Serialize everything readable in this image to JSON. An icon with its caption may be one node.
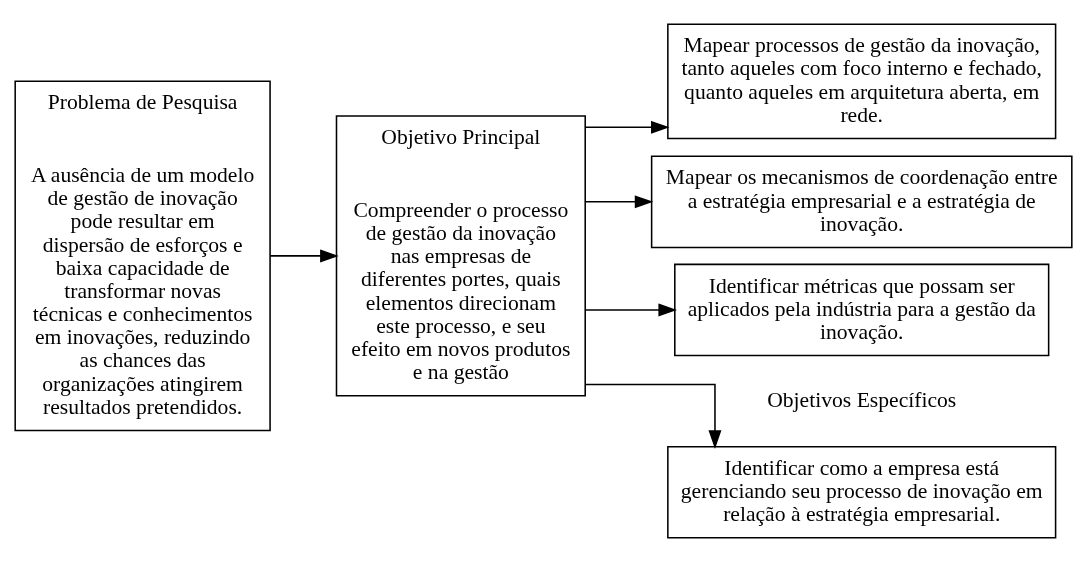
{
  "diagram": {
    "nodes": [
      {
        "text": [
          "Problema de Pesquisa",
          "A ausência de um modelo de gestão de inovação pode resultar em dispersão de esforços e baixa capacidade de transformar novas técnicas e conhecimentos em inovações, reduzindo as chances das organizações atingirem resultados pretendidos."
        ]
      },
      {
        "text": [
          "Objetivo Principal",
          "Compreender o processo de gestão da inovação nas empresas de diferentes portes, quais elementos direcionam este processo, e seu efeito em novos produtos e na gestão"
        ]
      },
      {
        "text": [
          "Identificar como a empresa está gerenciando seu processo de inovação em relação à estratégia empresarial."
        ]
      },
      {
        "text": [
          "Mapear processos de gestão da inovação, tanto aqueles com foco interno e fechado, quanto aqueles em arquitetura aberta, em rede."
        ]
      },
      {
        "text": [
          "Mapear os mecanismos de coordenação entre a estratégia empresarial e a estratégia de inovação."
        ]
      },
      {
        "text": [
          "Identificar métricas que possam ser aplicados pela indústria para a gestão da inovação."
        ]
      }
    ],
    "edges": [
      {
        "from": 0,
        "to": 1,
        "arrow": "to"
      },
      {
        "from": 1,
        "to": 2,
        "arrow": "to"
      },
      {
        "from": 1,
        "to": 3,
        "arrow": "to"
      },
      {
        "from": 1,
        "to": 4,
        "arrow": "to"
      },
      {
        "from": 1,
        "to": 5,
        "arrow": "to"
      }
    ],
    "labels": [
      "Objetivos Específicos"
    ]
  }
}
